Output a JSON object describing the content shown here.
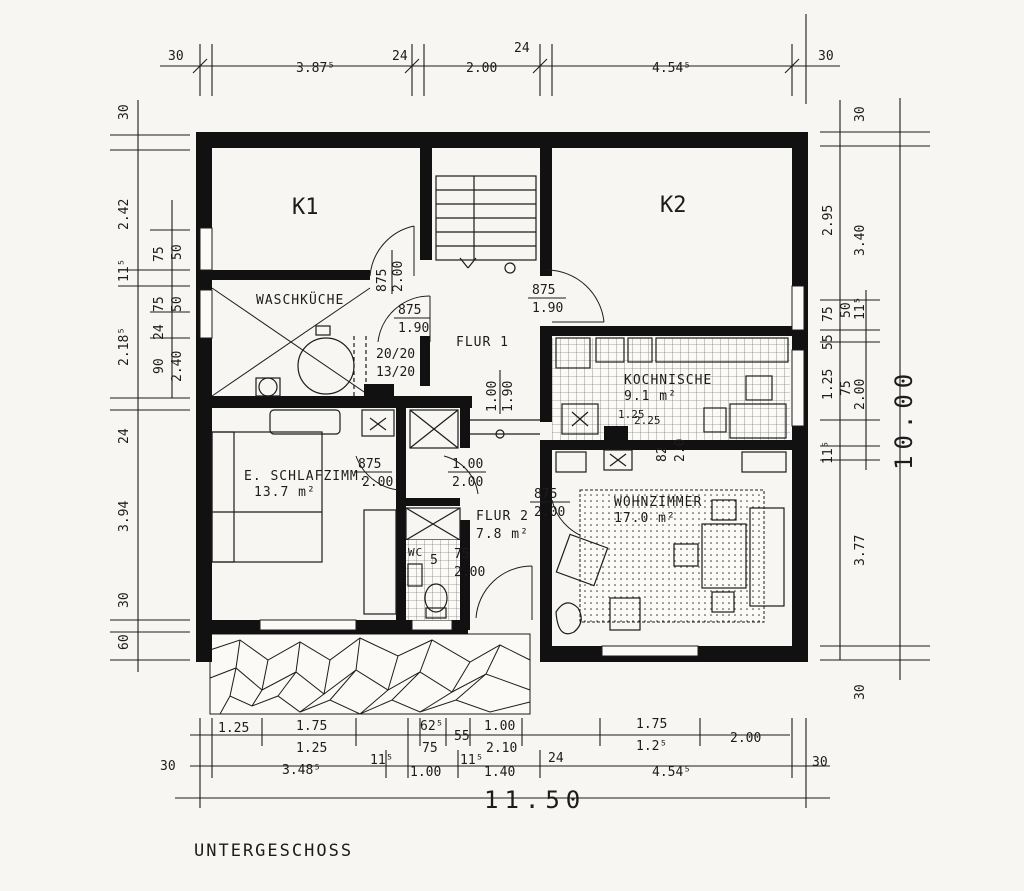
{
  "plan": {
    "caption": "UNTERGESCHOSS",
    "rooms": {
      "k1": "K1",
      "k2": "K2",
      "waschkueche": "WASCHKÜCHE",
      "flur1": "FLUR 1",
      "kochnische": "KOCHNISCHE",
      "kochnische_area": "9.1 m²",
      "schlafzimmer": "E. SCHLAFZIMM.",
      "schlafzimmer_area": "13.7 m²",
      "flur2": "FLUR 2",
      "flur2_area": "7.8 m²",
      "wc": "WC",
      "wohnzimmer": "WOHNZIMMER",
      "wohnzimmer_area": "17.0 m²"
    },
    "openings": {
      "waschkueche_door_w": "875",
      "waschkueche_door_h": "2.00",
      "flur1_left_door_w": "875",
      "flur1_left_door_h": "1.90",
      "flur1_right_door_w": "875",
      "flur1_right_door_h": "1.90",
      "stair_opening_w": "1.00",
      "stair_opening_h": "1.90",
      "stair_note_w": "20/20",
      "stair_note_h": "13/20",
      "schlaf_door_w": "875",
      "schlaf_door_h": "2.00",
      "flur2_door_w": "1.00",
      "flur2_door_h": "2.00",
      "wohn_door_w": "875",
      "wohn_door_h": "2.00",
      "wc_door_w": "75",
      "wc_door_h": "2.00",
      "wc_code": "5",
      "koch_window_w": "1.25",
      "koch_window_h": "2.25",
      "koch_door_w": "82",
      "koch_door_h": "2.0"
    },
    "dims_top": {
      "d1": "30",
      "d2": "3.87⁵",
      "d3": "24",
      "d4": "2.00",
      "d5": "24",
      "d6": "4.54⁵",
      "d7": "30"
    },
    "dims_bottom_row1": {
      "b1": "1.25",
      "b2": "1.75",
      "b3": "62⁵",
      "b4": "1.00",
      "b5": "1.75",
      "b6": "2.00"
    },
    "dims_bottom_row2": {
      "c1": "1.25",
      "c2": "75",
      "c3": "55",
      "c4": "2.10",
      "c5": "1.2⁵"
    },
    "dims_bottom_row3": {
      "e1": "30",
      "e2": "3.48⁵",
      "e3": "11⁵",
      "e4": "1.00",
      "e5": "11⁵",
      "e6": "1.40",
      "e7": "24",
      "e8": "4.54⁵",
      "e9": "30"
    },
    "dims_bottom_total": "11.50",
    "dims_left": {
      "l1": "30",
      "l2": "2.42",
      "l3": "11⁵",
      "l4": "75",
      "l5": "50",
      "l6": "2.18⁵",
      "l7": "75",
      "l8": "24",
      "l9": "50",
      "l10": "90",
      "l11": "2.40",
      "l12": "24",
      "l13": "3.94",
      "l14": "30",
      "l15": "60"
    },
    "dims_right": {
      "r1": "30",
      "r2": "2.95",
      "r3": "3.40",
      "r4": "75",
      "r5": "50",
      "r6": "11⁵",
      "r7": "55",
      "r8": "1.25",
      "r9": "75",
      "r10": "2.00",
      "r11": "11⁵",
      "r12": "3.77",
      "r13": "30",
      "r14": "10.00"
    }
  }
}
